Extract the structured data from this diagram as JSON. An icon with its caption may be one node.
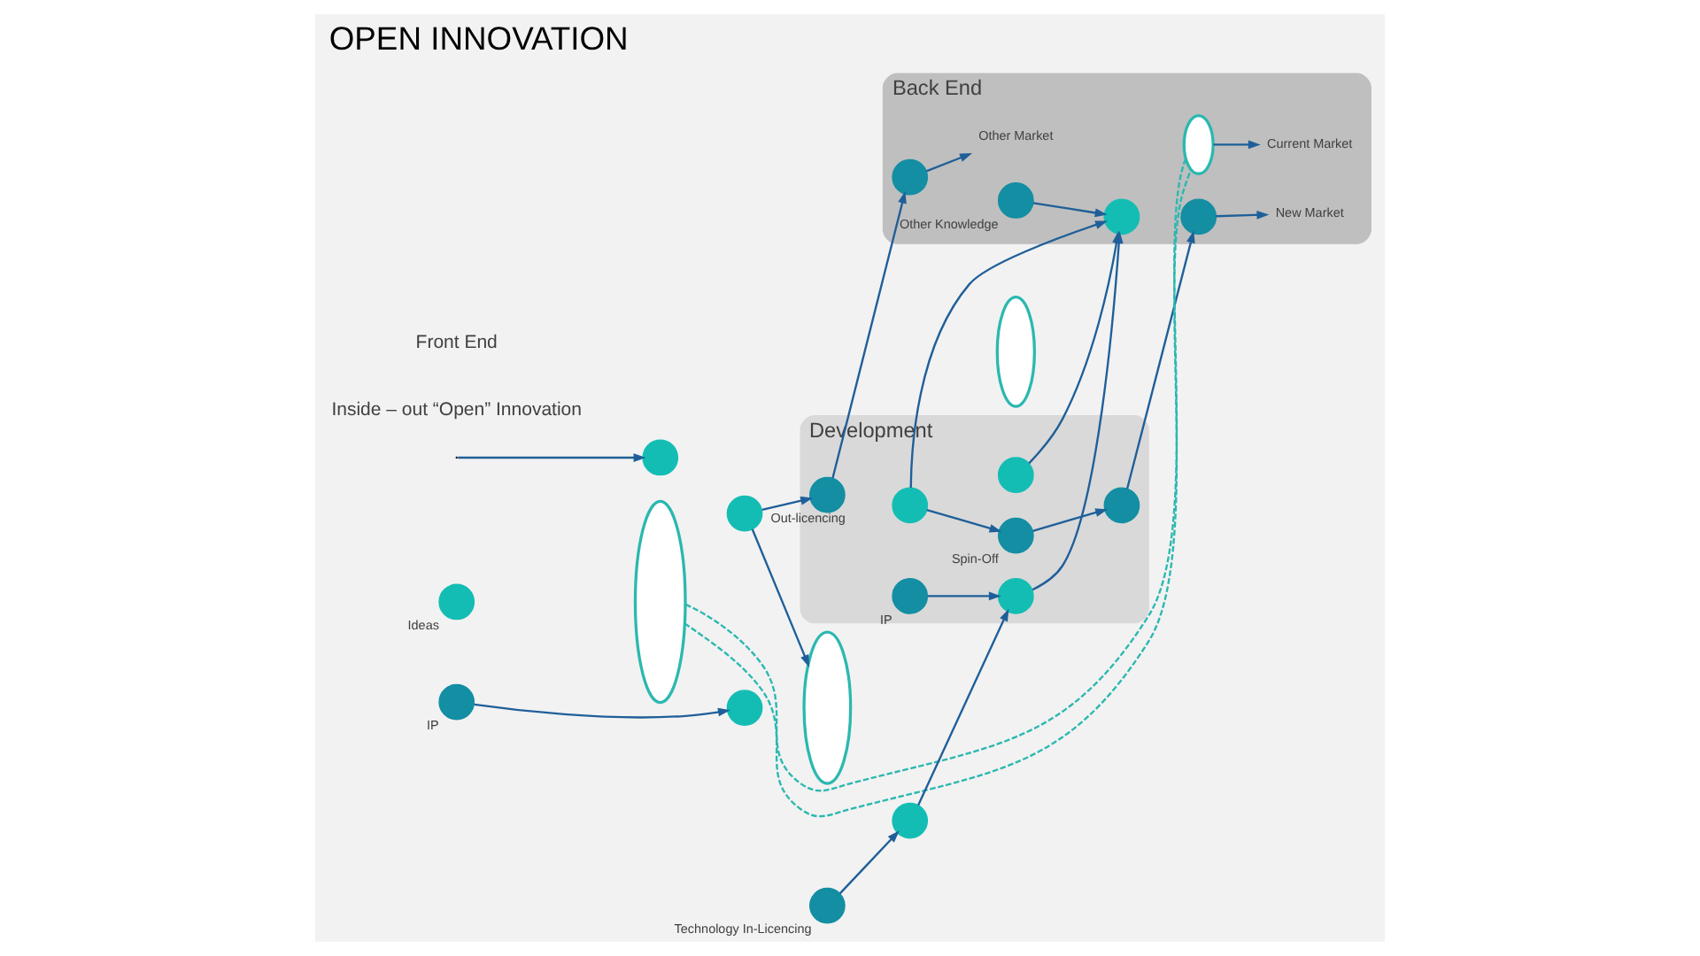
{
  "diagram": {
    "title": "OPEN INNOVATION",
    "nodes": [
      {
        "text": [
          "Development"
        ]
      },
      {
        "text": [
          "Back End"
        ]
      },
      {
        "text": [],
        "shape": "circle",
        "beside": [
          "Ideas"
        ]
      },
      {
        "text": [],
        "shape": "circle",
        "beside": [
          "IP"
        ]
      },
      {
        "text": [],
        "shape": "ellipse"
      },
      {
        "text": [],
        "shape": "circle"
      },
      {
        "text": [],
        "shape": "circle"
      },
      {
        "text": [],
        "shape": "circle"
      },
      {
        "text": [],
        "shape": "circle"
      },
      {
        "text": [],
        "shape": "circle",
        "beside": [
          "Technology In-Licencing"
        ]
      },
      {
        "text": [],
        "shape": "ellipse"
      },
      {
        "text": [],
        "shape": "circle",
        "beside": [
          "Out-licencing"
        ],
        "in": 0
      },
      {
        "text": [],
        "shape": "circle",
        "beside": [
          "Spin-Off"
        ],
        "in": 0
      },
      {
        "text": [],
        "shape": "circle",
        "in": 0
      },
      {
        "text": [],
        "shape": "circle",
        "in": 0
      },
      {
        "text": [],
        "shape": "circle",
        "in": 0
      },
      {
        "text": [],
        "shape": "circle",
        "in": 0
      },
      {
        "text": [],
        "shape": "circle",
        "beside": [
          "IP"
        ],
        "in": 0
      },
      {
        "text": [],
        "shape": "ellipse"
      },
      {
        "text": [],
        "shape": "circle",
        "in": 1
      },
      {
        "text": [],
        "shape": "circle",
        "in": 1
      },
      {
        "text": [],
        "shape": "circle",
        "in": 1
      },
      {
        "text": [],
        "shape": "ellipse",
        "in": 1
      },
      {
        "text": [],
        "shape": "circle",
        "beside": [
          "Other Knowledge"
        ],
        "in": 1
      },
      {
        "text": [
          "Other Market"
        ],
        "in": 1
      },
      {
        "text": [
          "New Market"
        ],
        "in": 1
      },
      {
        "text": [
          "Current Market"
        ],
        "in": 1
      }
    ],
    "edges": [
      {
        "from": 3,
        "to": 6,
        "arrow": "to"
      },
      {
        "from": null,
        "to": 8,
        "arrow": "to"
      },
      {
        "from": 5,
        "to": 11,
        "arrow": "to"
      },
      {
        "from": 5,
        "to": 10,
        "arrow": "to"
      },
      {
        "from": 9,
        "to": 7,
        "arrow": "to"
      },
      {
        "from": 7,
        "to": 15,
        "arrow": "to"
      },
      {
        "from": 14,
        "to": 12,
        "arrow": "to"
      },
      {
        "from": 11,
        "to": 19,
        "arrow": "to"
      },
      {
        "from": 12,
        "to": 13,
        "arrow": "to"
      },
      {
        "from": 13,
        "to": 20,
        "arrow": "to"
      },
      {
        "from": 19,
        "to": 24,
        "arrow": "to"
      },
      {
        "from": 20,
        "to": 25,
        "arrow": "to"
      },
      {
        "from": 14,
        "to": 21,
        "arrow": "to"
      },
      {
        "from": 16,
        "to": 21,
        "arrow": "to"
      },
      {
        "from": 15,
        "to": 21,
        "arrow": "to"
      },
      {
        "from": 17,
        "to": 15,
        "arrow": "to"
      },
      {
        "from": 23,
        "to": 21,
        "arrow": "to"
      },
      {
        "from": 22,
        "to": 26,
        "arrow": "to"
      },
      {
        "from": 4,
        "to": 22,
        "arrow": "none",
        "style": "dashed",
        "color": "#2bb8b0"
      },
      {
        "from": 4,
        "to": 22,
        "arrow": "none",
        "style": "dashed",
        "color": "#2bb8b0"
      }
    ],
    "labels": [
      "Inside – out “Open” Innovation",
      "Front End"
    ]
  }
}
